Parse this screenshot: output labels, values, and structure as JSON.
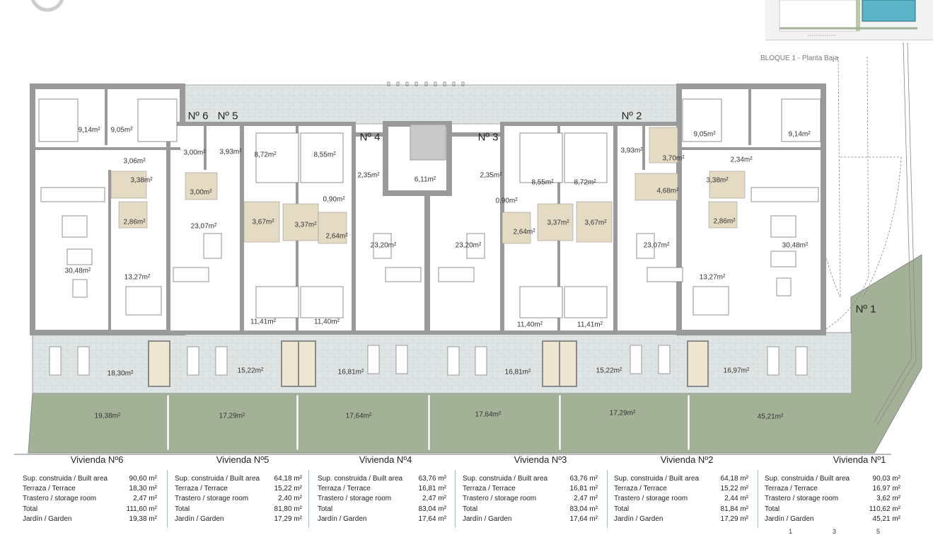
{
  "plan": {
    "title": "BLOQUE 1 - Planta Baja",
    "colors": {
      "wall": "#9a9a9a",
      "terrace": "#dfe4e4",
      "garden": "#a3b296",
      "wet_room": "#e6dcc6",
      "separator": "#9cc2c6"
    },
    "unit_entrances": [
      "Nº 6",
      "Nº 5",
      "Nº 4",
      "Nº 3",
      "Nº 2",
      "Nº 1"
    ],
    "rooms": {
      "v6_bed1": "9,14m²",
      "v6_bed2": "9,05m²",
      "v6_hall": "3,06m²",
      "v6_bath1": "3,38m²",
      "v6_bath2": "2,86m²",
      "v6_living": "30,48m²",
      "v6_bed3": "13,27m²",
      "v6_entry": "3,00m²",
      "v5_entry": "3,93m²",
      "v5_bath": "3,00m²",
      "v5_living": "23,07m²",
      "v5_bed1": "8,72m²",
      "v5_bath2": "3,67m²",
      "v5_bed2": "11,41m²",
      "v4_bed1": "8,55m²",
      "v4_bath": "3,37m²",
      "v4_wc": "2,64m²",
      "v4_hall": "0,90m²",
      "v4_entry": "2,35m²",
      "v4_living": "23,20m²",
      "v4_bed2": "11,40m²",
      "stair": "6,11m²",
      "v3_entry": "2,35m²",
      "v3_hall": "0,90m²",
      "v3_bed1": "8,55m²",
      "v3_wc": "2,64m²",
      "v3_bath": "3,37m²",
      "v3_living": "23,20m²",
      "v3_bed2": "11,40m²",
      "v2_bed1": "8,72m²",
      "v2_bath": "3,67m²",
      "v2_bed2": "11,41m²",
      "v2_entry": "3,93m²",
      "v2_laundry": "3,70m²",
      "v2_bath2": "4,68m²",
      "v2_living": "23,07m²",
      "v1_bed1": "9,05m²",
      "v1_bed2": "9,14m²",
      "v1_hall": "2,34m²",
      "v1_bath1": "3,38m²",
      "v1_bath2": "2,86m²",
      "v1_living": "30,48m²",
      "v1_bed3": "13,27m²"
    },
    "terraces": [
      "18,30m²",
      "15,22m²",
      "16,81m²",
      "16,81m²",
      "15,22m²",
      "16,97m²"
    ],
    "gardens": [
      "19,38m²",
      "17,29m²",
      "17,64m²",
      "17,64m²",
      "17,29m²",
      "45,21m²"
    ]
  },
  "units": [
    {
      "title": "Vivienda Nº6",
      "rows": [
        [
          "Sup. construida / Built area",
          "90,60 m²"
        ],
        [
          "Terraza / Terrace",
          "18,30 m²"
        ],
        [
          "Trastero / storage room",
          "2,47 m²"
        ],
        [
          "Total",
          "111,60 m²"
        ],
        [
          "Jardín / Garden",
          "19,38 m²"
        ]
      ]
    },
    {
      "title": "Vivienda Nº5",
      "rows": [
        [
          "Sup. construida / Built area",
          "64,18 m²"
        ],
        [
          "Terraza / Terrace",
          "15,22 m²"
        ],
        [
          "Trastero / storage room",
          "2,40 m²"
        ],
        [
          "Total",
          "81,80 m²"
        ],
        [
          "Jardín / Garden",
          "17,29 m²"
        ]
      ]
    },
    {
      "title": "Vivienda Nº4",
      "rows": [
        [
          "Sup. construida / Built area",
          "63,76 m²"
        ],
        [
          "Terraza / Terrace",
          "16,81 m²"
        ],
        [
          "Trastero / storage room",
          "2,47 m²"
        ],
        [
          "Total",
          "83,04 m²"
        ],
        [
          "Jardín / Garden",
          "17,64 m²"
        ]
      ]
    },
    {
      "title": "Vivienda Nº3",
      "rows": [
        [
          "Sup. construida / Built area",
          "63,76 m²"
        ],
        [
          "Terraza / Terrace",
          "16,81 m²"
        ],
        [
          "Trastero / storage room",
          "2,47 m²"
        ],
        [
          "Total",
          "83,04 m²"
        ],
        [
          "Jardín / Garden",
          "17,64 m²"
        ]
      ]
    },
    {
      "title": "Vivienda Nº2",
      "rows": [
        [
          "Sup. construida / Built area",
          "64,18 m²"
        ],
        [
          "Terraza / Terrace",
          "15,22 m²"
        ],
        [
          "Trastero / storage room",
          "2,44 m²"
        ],
        [
          "Total",
          "81,84 m²"
        ],
        [
          "Jardín / Garden",
          "17,29 m²"
        ]
      ]
    },
    {
      "title": "Vivienda Nº1",
      "rows": [
        [
          "Sup. construida / Built area",
          "90,03 m²"
        ],
        [
          "Terraza / Terrace",
          "16,97 m²"
        ],
        [
          "Trastero / storage room",
          "3,62 m²"
        ],
        [
          "Total",
          "110,62 m²"
        ],
        [
          "Jardín / Garden",
          "45,21 m²"
        ]
      ]
    }
  ],
  "scale_bar": [
    "1",
    "3",
    "5"
  ]
}
